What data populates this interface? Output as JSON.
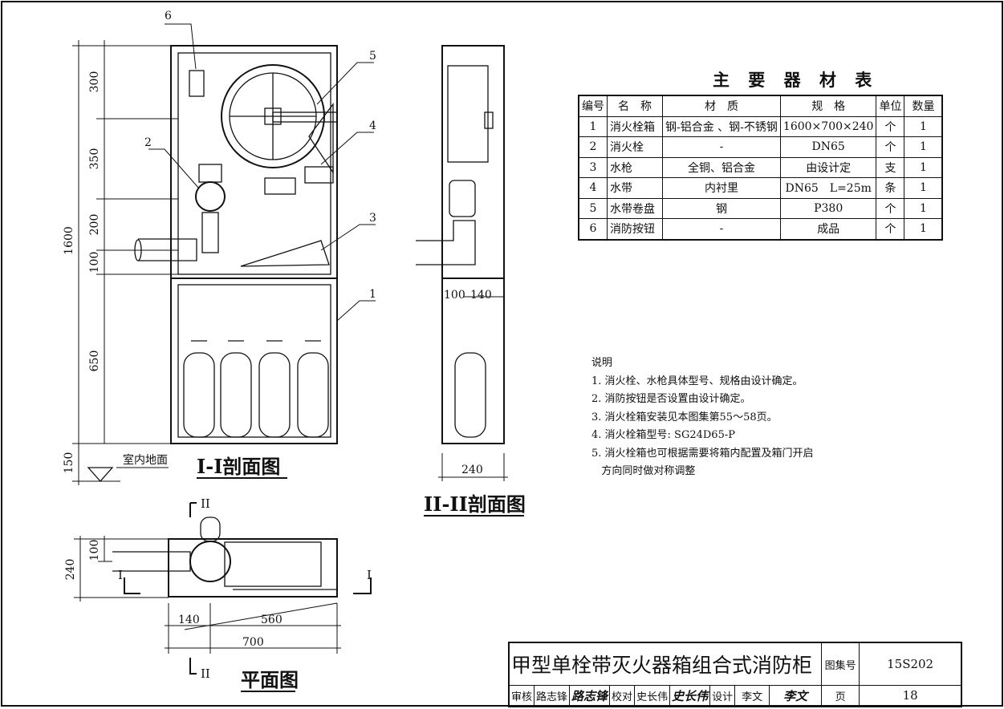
{
  "table": {
    "title": "主 要 器 材 表",
    "headers": [
      "编号",
      "名　称",
      "材　质",
      "规　格",
      "单位",
      "数量"
    ],
    "rows": [
      [
        "1",
        "消火栓箱",
        "钢-铝合金 、钢-不锈钢",
        "1600×700×240",
        "个",
        "1"
      ],
      [
        "2",
        "消火栓",
        "-",
        "DN65",
        "个",
        "1"
      ],
      [
        "3",
        "水枪",
        "全铜、铝合金",
        "由设计定",
        "支",
        "1"
      ],
      [
        "4",
        "水带",
        "内衬里",
        "DN65　L=25m",
        "条",
        "1"
      ],
      [
        "5",
        "水带卷盘",
        "钢",
        "P380",
        "个",
        "1"
      ],
      [
        "6",
        "消防按钮",
        "-",
        "成品",
        "个",
        "1"
      ]
    ]
  },
  "notes": {
    "heading": "说明",
    "items": [
      "1. 消火栓、水枪具体型号、规格由设计确定。",
      "2. 消防按钮是否设置由设计确定。",
      "3. 消火栓箱安装见本图集第55～58页。",
      "4. 消火栓箱型号: SG24D65-P",
      "5. 消火栓箱也可根据需要将箱内配置及箱门开启",
      "   方向同时做对称调整"
    ]
  },
  "title_block": {
    "title": "甲型单栓带灭火器箱组合式消防柜",
    "atlas_label": "图集号",
    "atlas_no": "15S202",
    "review_label": "审核",
    "reviewer": "路志锋",
    "reviewer_sig": "路志锋",
    "check_label": "校对",
    "checker": "史长伟",
    "checker_sig": "史长伟",
    "design_label": "设计",
    "designer": "李文",
    "designer_sig": "李文",
    "page_label": "页",
    "page_no": "18"
  },
  "drawing": {
    "section1_title": "I-I剖面图",
    "section2_title": "II-II剖面图",
    "plan_title": "平面图",
    "floor_label": "室内地面",
    "dims_left": [
      "300",
      "350",
      "200",
      "100",
      "650",
      "150"
    ],
    "dim_total": "1600",
    "dims_side": [
      "100",
      "140",
      "240"
    ],
    "dims_plan": [
      "240",
      "100",
      "140",
      "560",
      "700"
    ],
    "cut_I": "I",
    "cut_II": "II",
    "callouts": [
      "1",
      "2",
      "3",
      "4",
      "5",
      "6"
    ]
  }
}
